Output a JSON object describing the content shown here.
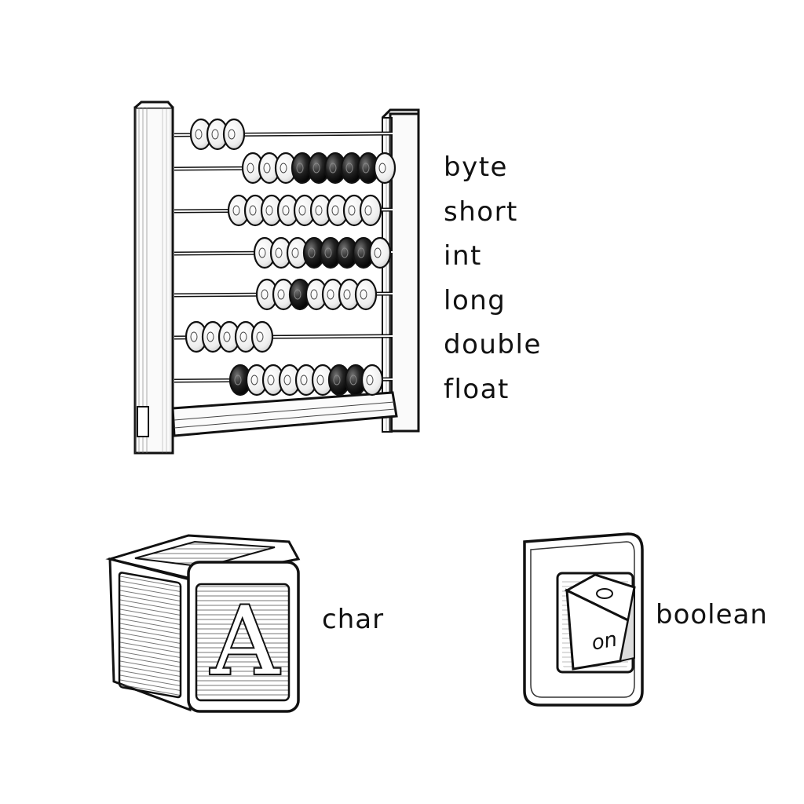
{
  "abacus": {
    "labels": [
      "byte",
      "short",
      "int",
      "long",
      "double",
      "float"
    ],
    "bead_colors": {
      "light": "#f4f4f4",
      "dark": "#1c1c1c"
    },
    "rods": [
      [
        "L",
        "L",
        "L"
      ],
      [
        "L",
        "L",
        "L",
        "D",
        "D",
        "D",
        "D",
        "D",
        "L"
      ],
      [
        "L",
        "L",
        "L",
        "L",
        "L",
        "L",
        "L",
        "L",
        "L"
      ],
      [
        "L",
        "L",
        "L",
        "D",
        "D",
        "D",
        "D",
        "L"
      ],
      [
        "L",
        "L",
        "D",
        "L",
        "L",
        "L",
        "L"
      ],
      [
        "L",
        "L",
        "L",
        "L",
        "L"
      ],
      [
        "D",
        "L",
        "L",
        "L",
        "L",
        "L",
        "D",
        "D",
        "L"
      ]
    ]
  },
  "block": {
    "letter": "A",
    "label": "char"
  },
  "switch": {
    "text": "on",
    "label": "boolean"
  },
  "colors": {
    "ink": "#111111",
    "paper": "#ffffff",
    "wood": "#fafafa"
  }
}
